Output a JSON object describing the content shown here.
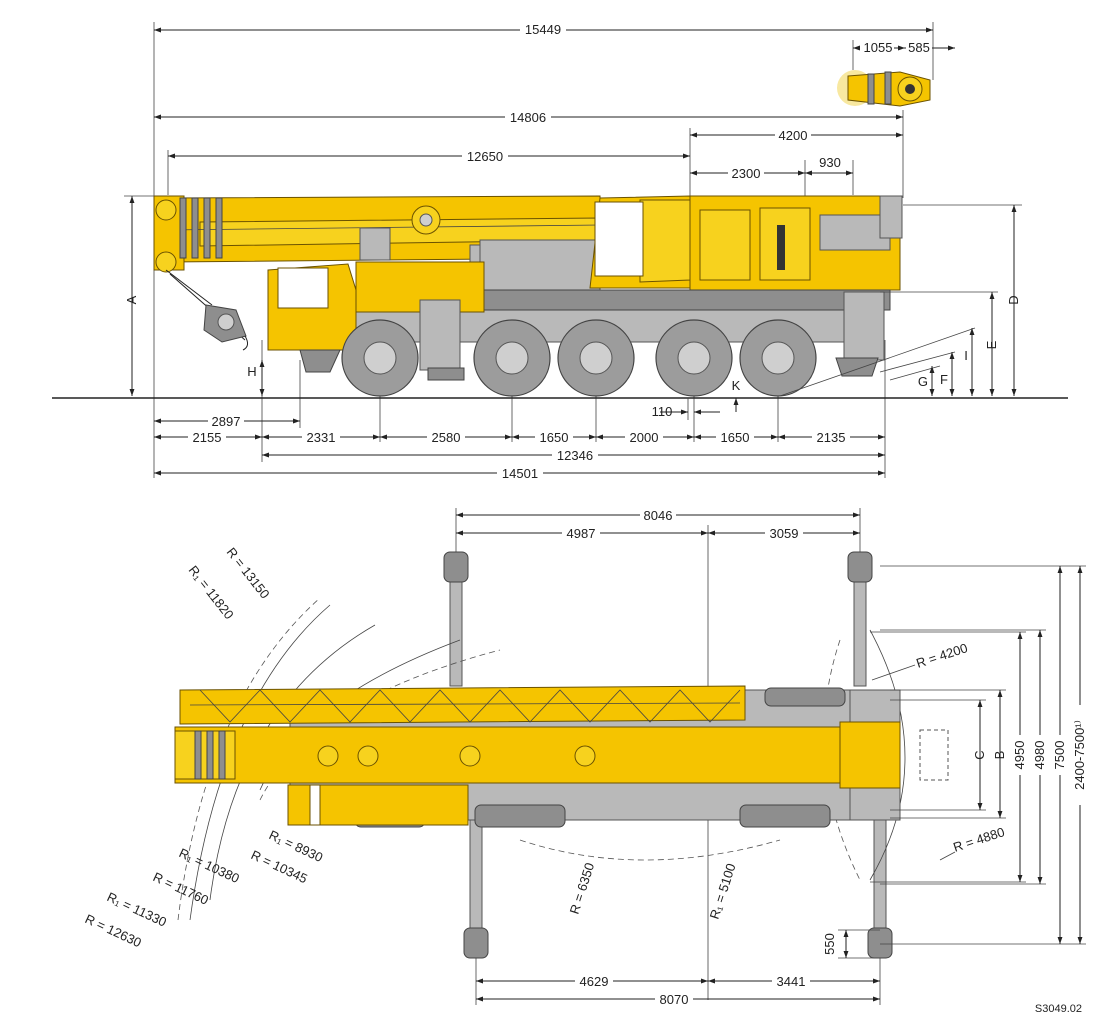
{
  "drawing_code": "S3049.02",
  "side_view": {
    "top_dims": {
      "overall_with_jib": "15449",
      "jib_head": "1055",
      "jib_tip": "585",
      "overall_boom": "14806",
      "boom_length": "12650",
      "rear_overhang_a": "4200",
      "rear_overhang_b": "2300",
      "rear_overhang_c": "930"
    },
    "bottom_dims": {
      "front_to_hook": "2897",
      "front_overhang": "2155",
      "axle_1_2": "2331",
      "axle_2_3": "2580",
      "axle_3_4": "1650",
      "axle_4_5": "2000",
      "axle_5_6": "1650",
      "rear_overhang": "2135",
      "wheelbase_total": "12346",
      "overall_length": "14501",
      "k_offset": "110"
    },
    "letters": {
      "A": "A",
      "D": "D",
      "E": "E",
      "F": "F",
      "G": "G",
      "H": "H",
      "I": "I",
      "K": "K"
    }
  },
  "top_view": {
    "top_dims": {
      "outrigger_span": "8046",
      "front_part": "4987",
      "rear_part": "3059"
    },
    "bottom_dims": {
      "front_part": "4629",
      "rear_part": "3441",
      "outrigger_span": "8070"
    },
    "right_dims": {
      "C": "C",
      "B": "B",
      "width_4950": "4950",
      "width_4980": "4980",
      "width_7500": "7500",
      "width_range": "2400-7500¹⁾",
      "pad": "550"
    },
    "radii": {
      "r_4200": "R = 4200",
      "r_4880": "R = 4880",
      "r_6350": "R = 6350",
      "r1_5100": "R₁ = 5100",
      "r_13150": "R = 13150",
      "r1_11820": "R₁ = 11820",
      "r1_8930": "R₁ = 8930",
      "r_10345": "R = 10345",
      "r1_10380": "R₁ = 10380",
      "r_11760": "R = 11760",
      "r1_11330": "R₁ = 11330",
      "r_12630": "R = 12630"
    }
  }
}
